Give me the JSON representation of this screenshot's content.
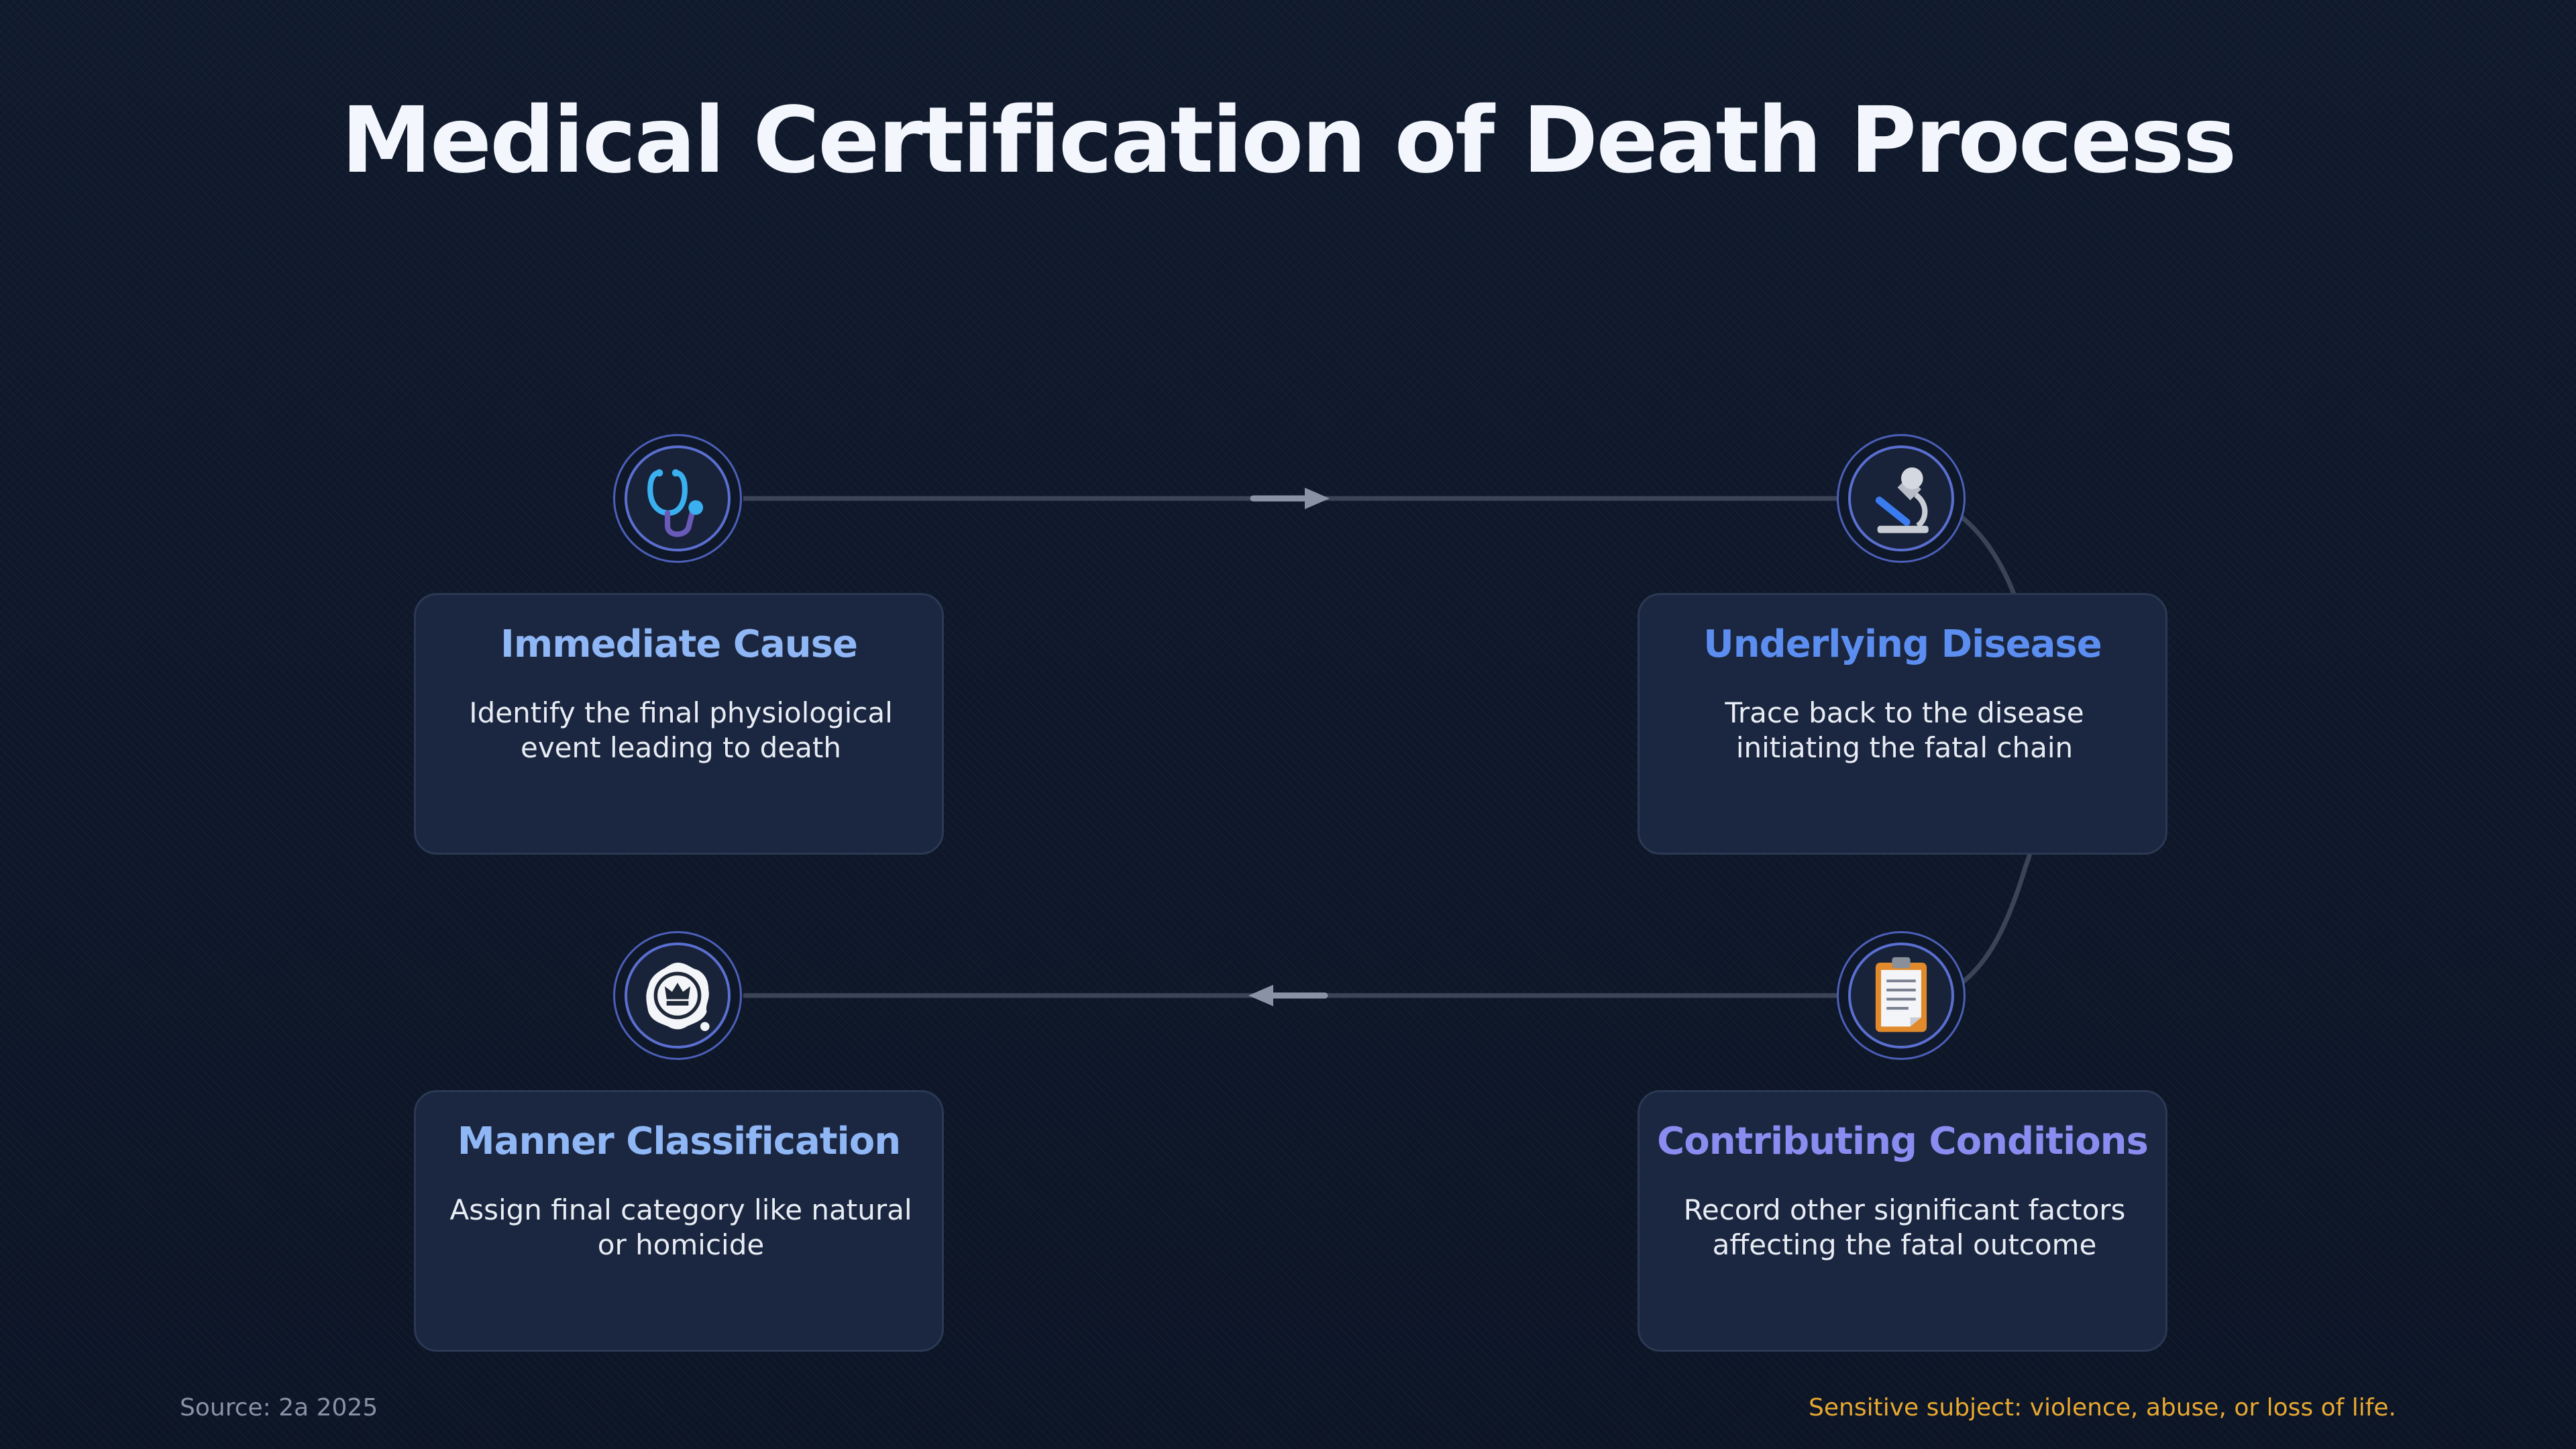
{
  "title": "Medical Certification of Death Process",
  "colors": {
    "background": "#0f1829",
    "card": "#1b2740",
    "title_blue_light": "#8fb6f5",
    "title_blue": "#5b8ef0",
    "title_purple": "#8b8cf0",
    "connector": "#3b4456",
    "arrow": "#8a93a5",
    "warning": "#e8a830"
  },
  "steps": [
    {
      "title": "Immediate Cause",
      "description": "Identify the final physiological event leading to death",
      "icon": "stethoscope-icon",
      "accent": "#8fb6f5"
    },
    {
      "title": "Underlying Disease",
      "description": "Trace back to the disease initiating the fatal chain",
      "icon": "microscope-icon",
      "accent": "#5b8ef0"
    },
    {
      "title": "Contributing Conditions",
      "description": "Record other significant factors affecting the fatal outcome",
      "icon": "clipboard-icon",
      "accent": "#8b8cf0"
    },
    {
      "title": "Manner Classification",
      "description": "Assign final category like natural or homicide",
      "icon": "official-seal-icon",
      "accent": "#8fb6f5"
    }
  ],
  "footer": {
    "source": "Source: 2a 2025",
    "warning": "Sensitive subject: violence, abuse, or loss of life."
  }
}
